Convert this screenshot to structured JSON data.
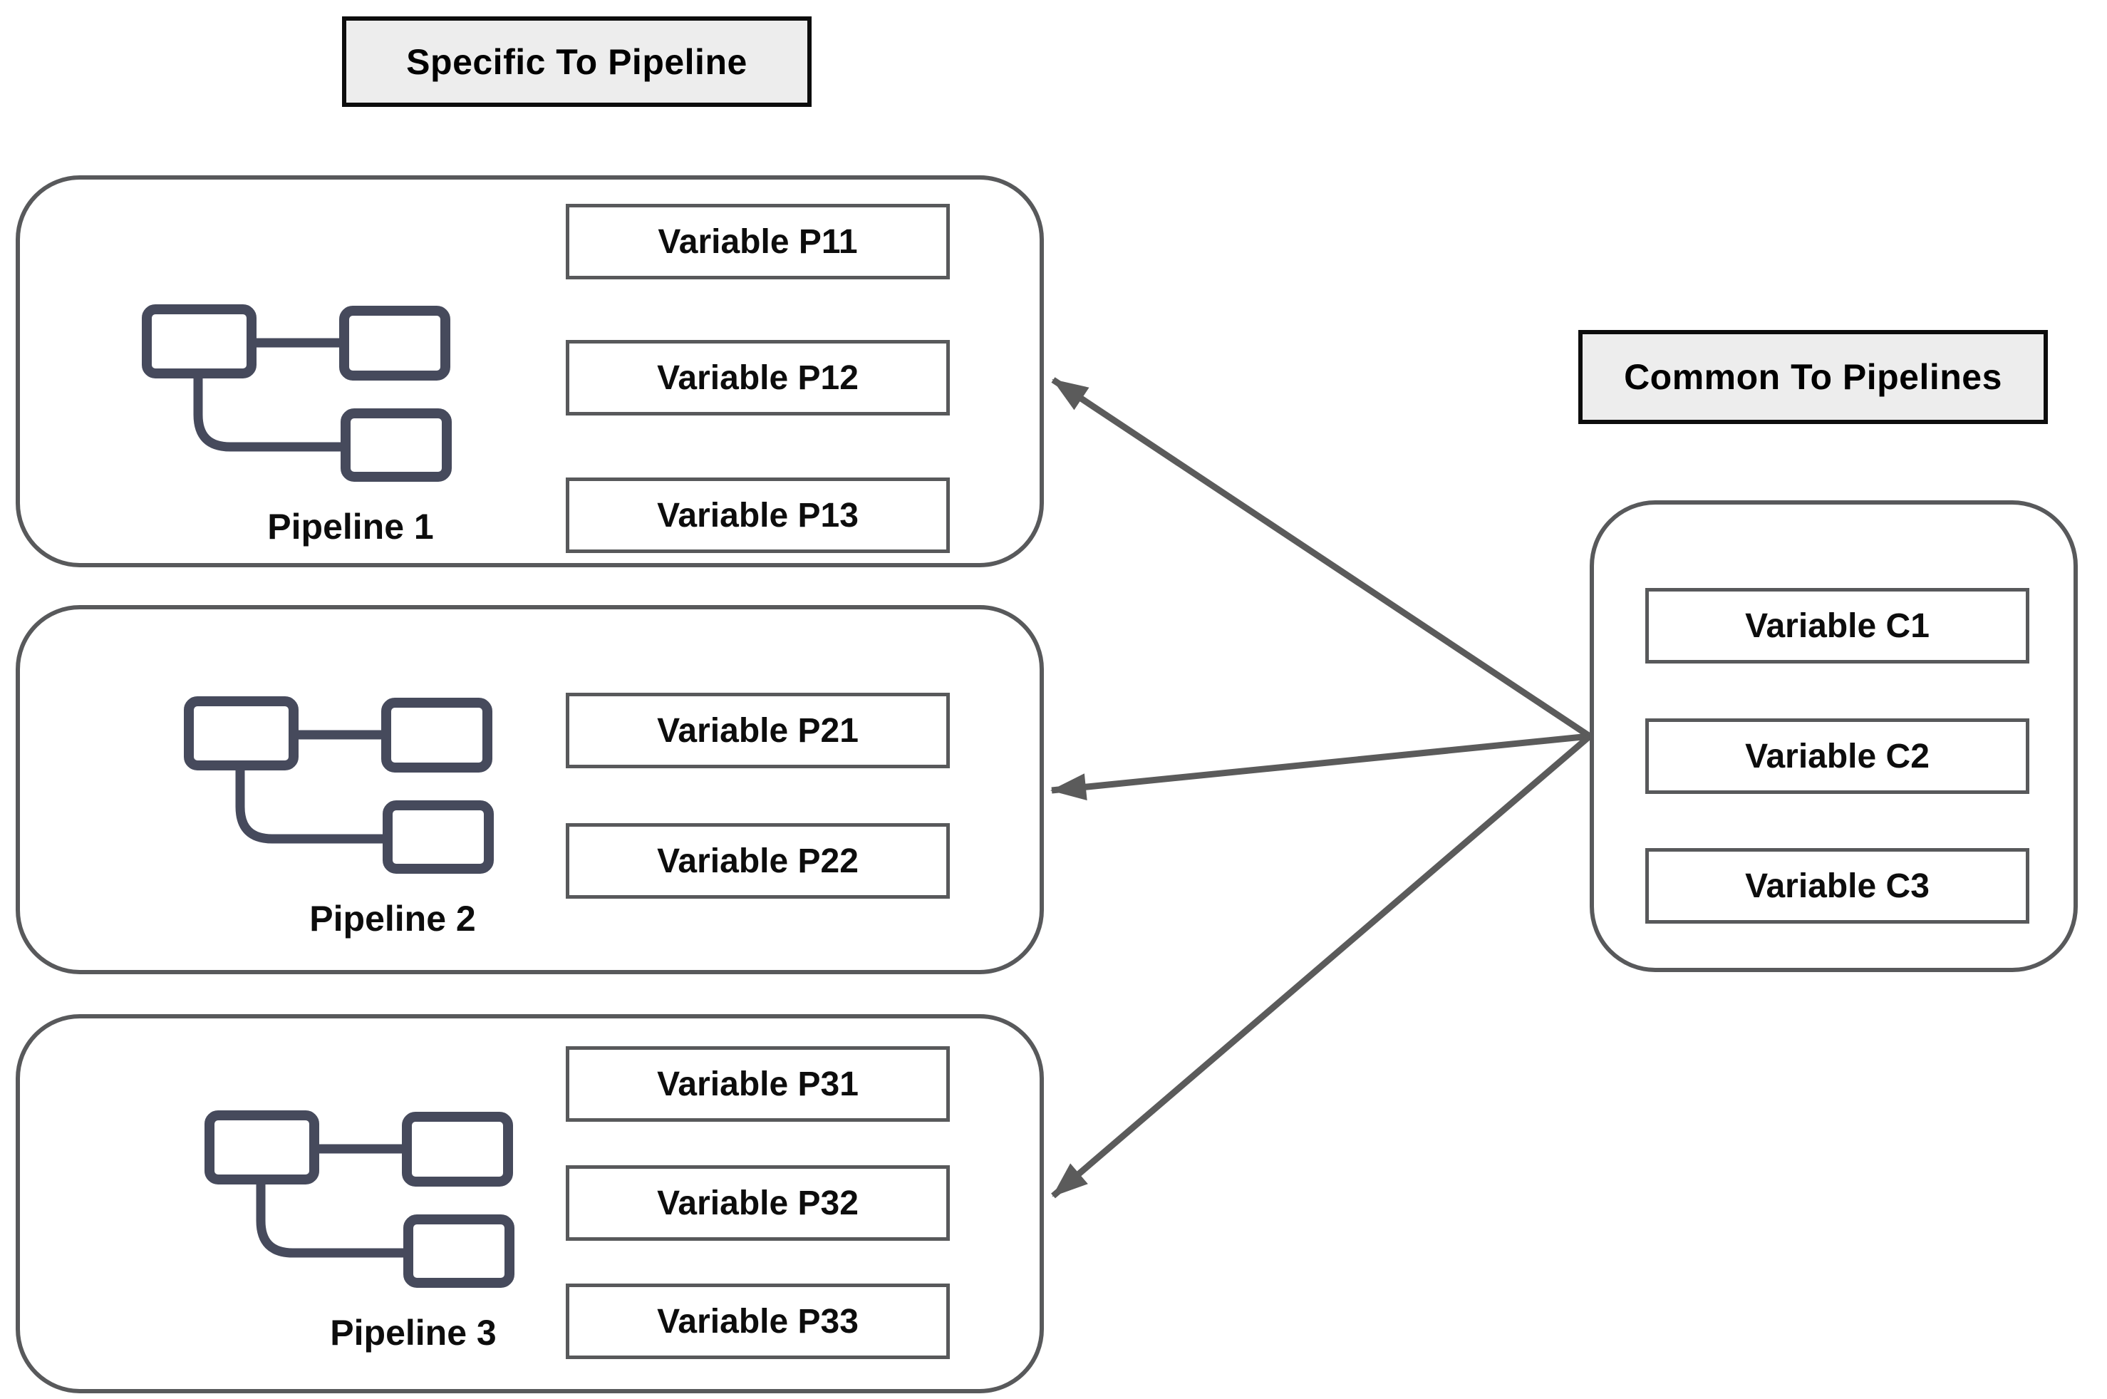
{
  "labels": {
    "specific": "Specific To Pipeline",
    "common": "Common To Pipelines"
  },
  "pipelines": [
    {
      "name": "Pipeline 1",
      "variables": [
        "Variable P11",
        "Variable P12",
        "Variable P13"
      ]
    },
    {
      "name": "Pipeline 2",
      "variables": [
        "Variable P21",
        "Variable P22"
      ]
    },
    {
      "name": "Pipeline 3",
      "variables": [
        "Variable P31",
        "Variable P32",
        "Variable P33"
      ]
    }
  ],
  "common": {
    "variables": [
      "Variable C1",
      "Variable C2",
      "Variable C3"
    ]
  },
  "connections": [
    {
      "from": "common-variables",
      "to": "Pipeline 1",
      "arrow": "into-pipeline"
    },
    {
      "from": "common-variables",
      "to": "Pipeline 2",
      "arrow": "into-pipeline"
    },
    {
      "from": "common-variables",
      "to": "Pipeline 3",
      "arrow": "into-pipeline"
    }
  ],
  "colors": {
    "box_border": "#58595b",
    "title_fill": "#ededed",
    "title_border": "#0d0d0d",
    "icon": "#464a5c",
    "arrow": "#5b5b5b",
    "text": "#0d0d0d",
    "background": "#ffffff"
  }
}
